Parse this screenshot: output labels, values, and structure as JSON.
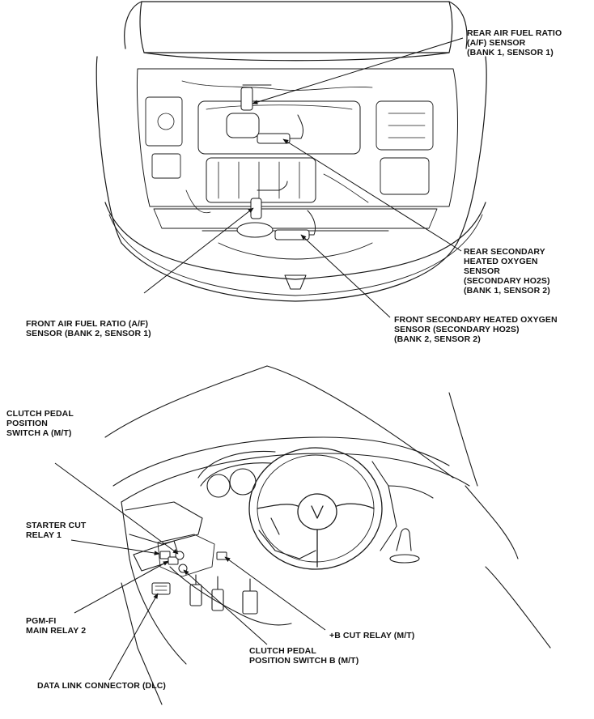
{
  "engine_labels": {
    "rear_af_sensor": [
      "REAR AIR FUEL RATIO",
      "(A/F) SENSOR",
      "(BANK 1, SENSOR 1)"
    ],
    "rear_secondary_ho2s": [
      "REAR SECONDARY",
      "HEATED OXYGEN",
      "SENSOR",
      "(SECONDARY HO2S)",
      "(BANK 1, SENSOR 2)"
    ],
    "front_af_sensor": [
      "FRONT AIR FUEL RATIO (A/F)",
      "SENSOR (BANK 2, SENSOR 1)"
    ],
    "front_secondary_ho2s": [
      "FRONT SECONDARY HEATED OXYGEN",
      "SENSOR (SECONDARY HO2S)",
      "(BANK 2, SENSOR 2)"
    ]
  },
  "cabin_labels": {
    "clutch_switch_a": [
      "CLUTCH PEDAL",
      "POSITION",
      "SWITCH A (M/T)"
    ],
    "starter_cut_relay": [
      "STARTER CUT",
      "RELAY 1"
    ],
    "pgm_fi_main_relay": [
      "PGM-FI",
      "MAIN RELAY 2"
    ],
    "dlc": [
      "DATA LINK CONNECTOR (DLC)"
    ],
    "clutch_switch_b": [
      "CLUTCH PEDAL",
      "POSITION SWITCH B (M/T)"
    ],
    "b_cut_relay": [
      "+B CUT RELAY (M/T)"
    ]
  }
}
